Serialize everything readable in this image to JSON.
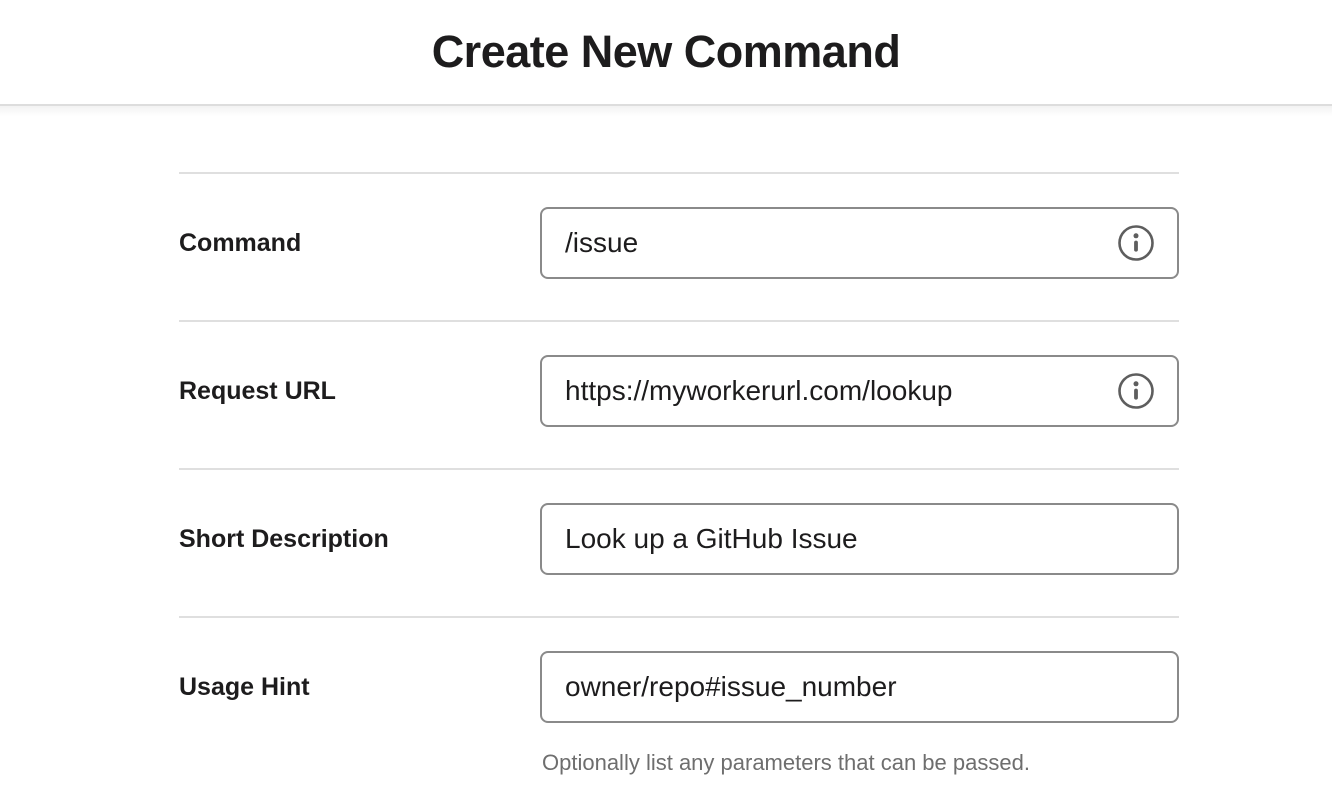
{
  "header": {
    "title": "Create New Command"
  },
  "form": {
    "fields": [
      {
        "label": "Command",
        "value": "/issue",
        "info_icon": "info-icon"
      },
      {
        "label": "Request URL",
        "value": "https://myworkerurl.com/lookup",
        "info_icon": "info-icon"
      },
      {
        "label": "Short Description",
        "value": "Look up a GitHub Issue"
      },
      {
        "label": "Usage Hint",
        "value": "owner/repo#issue_number",
        "helper": "Optionally list any parameters that can be passed."
      }
    ]
  },
  "colors": {
    "text_primary": "#1d1c1d",
    "helper_text": "#6e6e6e",
    "divider": "#dfdfdf",
    "header_border": "#dddddd",
    "input_border": "#8a8a8a",
    "info_icon": "#5e5e5e",
    "background": "#ffffff"
  }
}
